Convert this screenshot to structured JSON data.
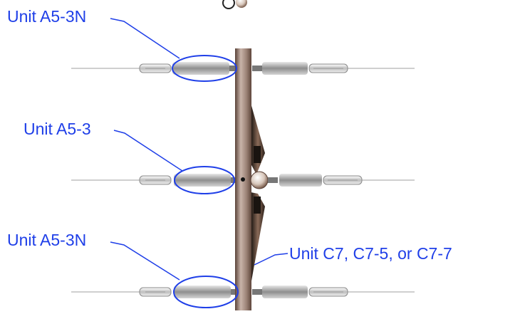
{
  "labels": {
    "top_insulator": "Unit A5-3N",
    "middle_insulator": "Unit A5-3",
    "bottom_insulator": "Unit A5-3N",
    "pole_assembly": "Unit C7, C7-5, or C7-7"
  },
  "colors": {
    "label_blue": "#1f3fe8",
    "pole": "#8a6e60",
    "insulator": "#9a9a9a",
    "wire": "#cfcfcf"
  }
}
